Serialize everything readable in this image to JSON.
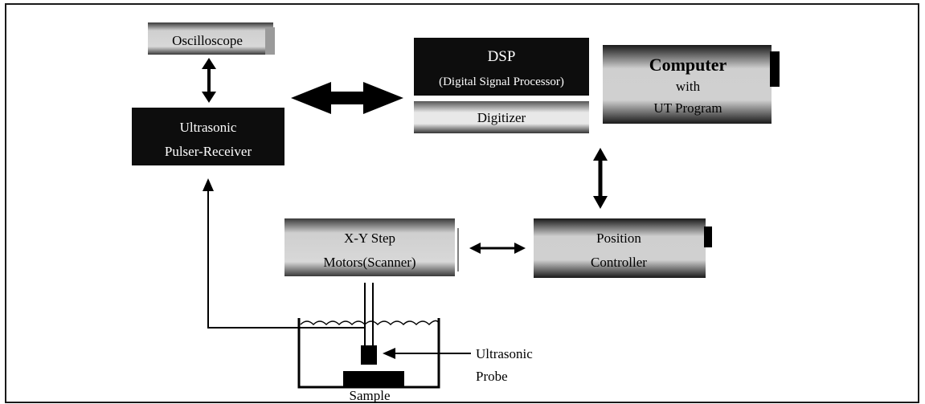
{
  "diagram": {
    "oscilloscope": "Oscilloscope",
    "pulser_receiver": {
      "line1": "Ultrasonic",
      "line2": "Pulser-Receiver"
    },
    "dsp": {
      "line1": "DSP",
      "line2": "(Digital Signal Processor)"
    },
    "digitizer": "Digitizer",
    "computer": {
      "line1": "Computer",
      "line2": "with",
      "line3": "UT Program"
    },
    "scanner": {
      "line1": "X-Y Step",
      "line2": "Motors(Scanner)"
    },
    "position_controller": {
      "line1": "Position",
      "line2": "Controller"
    },
    "probe": {
      "line1": "Ultrasonic",
      "line2": "Probe"
    },
    "sample": "Sample"
  },
  "colors": {
    "dark_box": "#0d0d0d",
    "light_box": "#d4d4d4",
    "line": "#000000",
    "background": "#ffffff"
  }
}
